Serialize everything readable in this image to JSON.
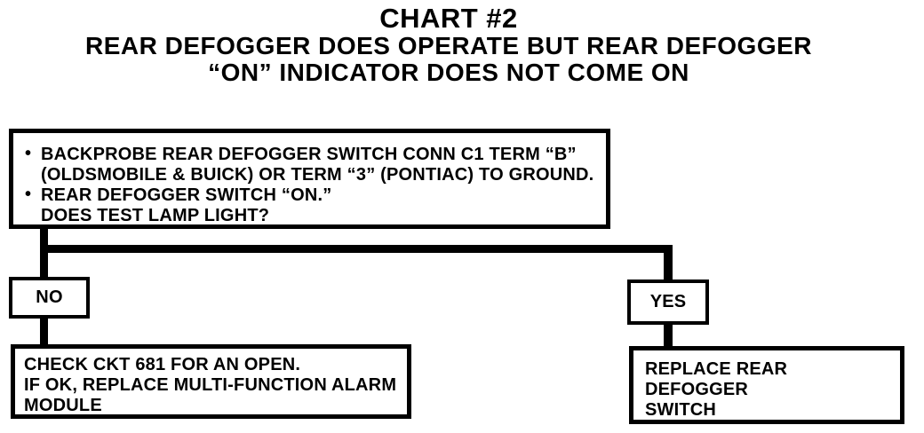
{
  "colors": {
    "ink": "#000000",
    "paper": "#ffffff"
  },
  "header": {
    "chart_number": "CHART #2",
    "title_line1": "REAR DEFOGGER DOES OPERATE BUT REAR DEFOGGER",
    "title_line2": "“ON” INDICATOR DOES NOT COME ON"
  },
  "flowchart": {
    "bullet_glyph": "•",
    "question_box": {
      "bullet1_line1": "BACKPROBE REAR DEFOGGER SWITCH CONN C1 TERM “B”",
      "bullet1_line2": "(OLDSMOBILE & BUICK) OR TERM “3” (PONTIAC) TO GROUND.",
      "bullet2_line1": "REAR DEFOGGER SWITCH “ON.”",
      "question": "DOES TEST LAMP LIGHT?"
    },
    "branches": {
      "no_label": "NO",
      "yes_label": "YES"
    },
    "no_action_box": {
      "line1": "CHECK CKT 681 FOR AN OPEN.",
      "line2": "IF OK, REPLACE MULTI-FUNCTION ALARM",
      "line3": "MODULE"
    },
    "yes_action_box": {
      "line1": "REPLACE REAR DEFOGGER",
      "line2": "SWITCH"
    }
  }
}
